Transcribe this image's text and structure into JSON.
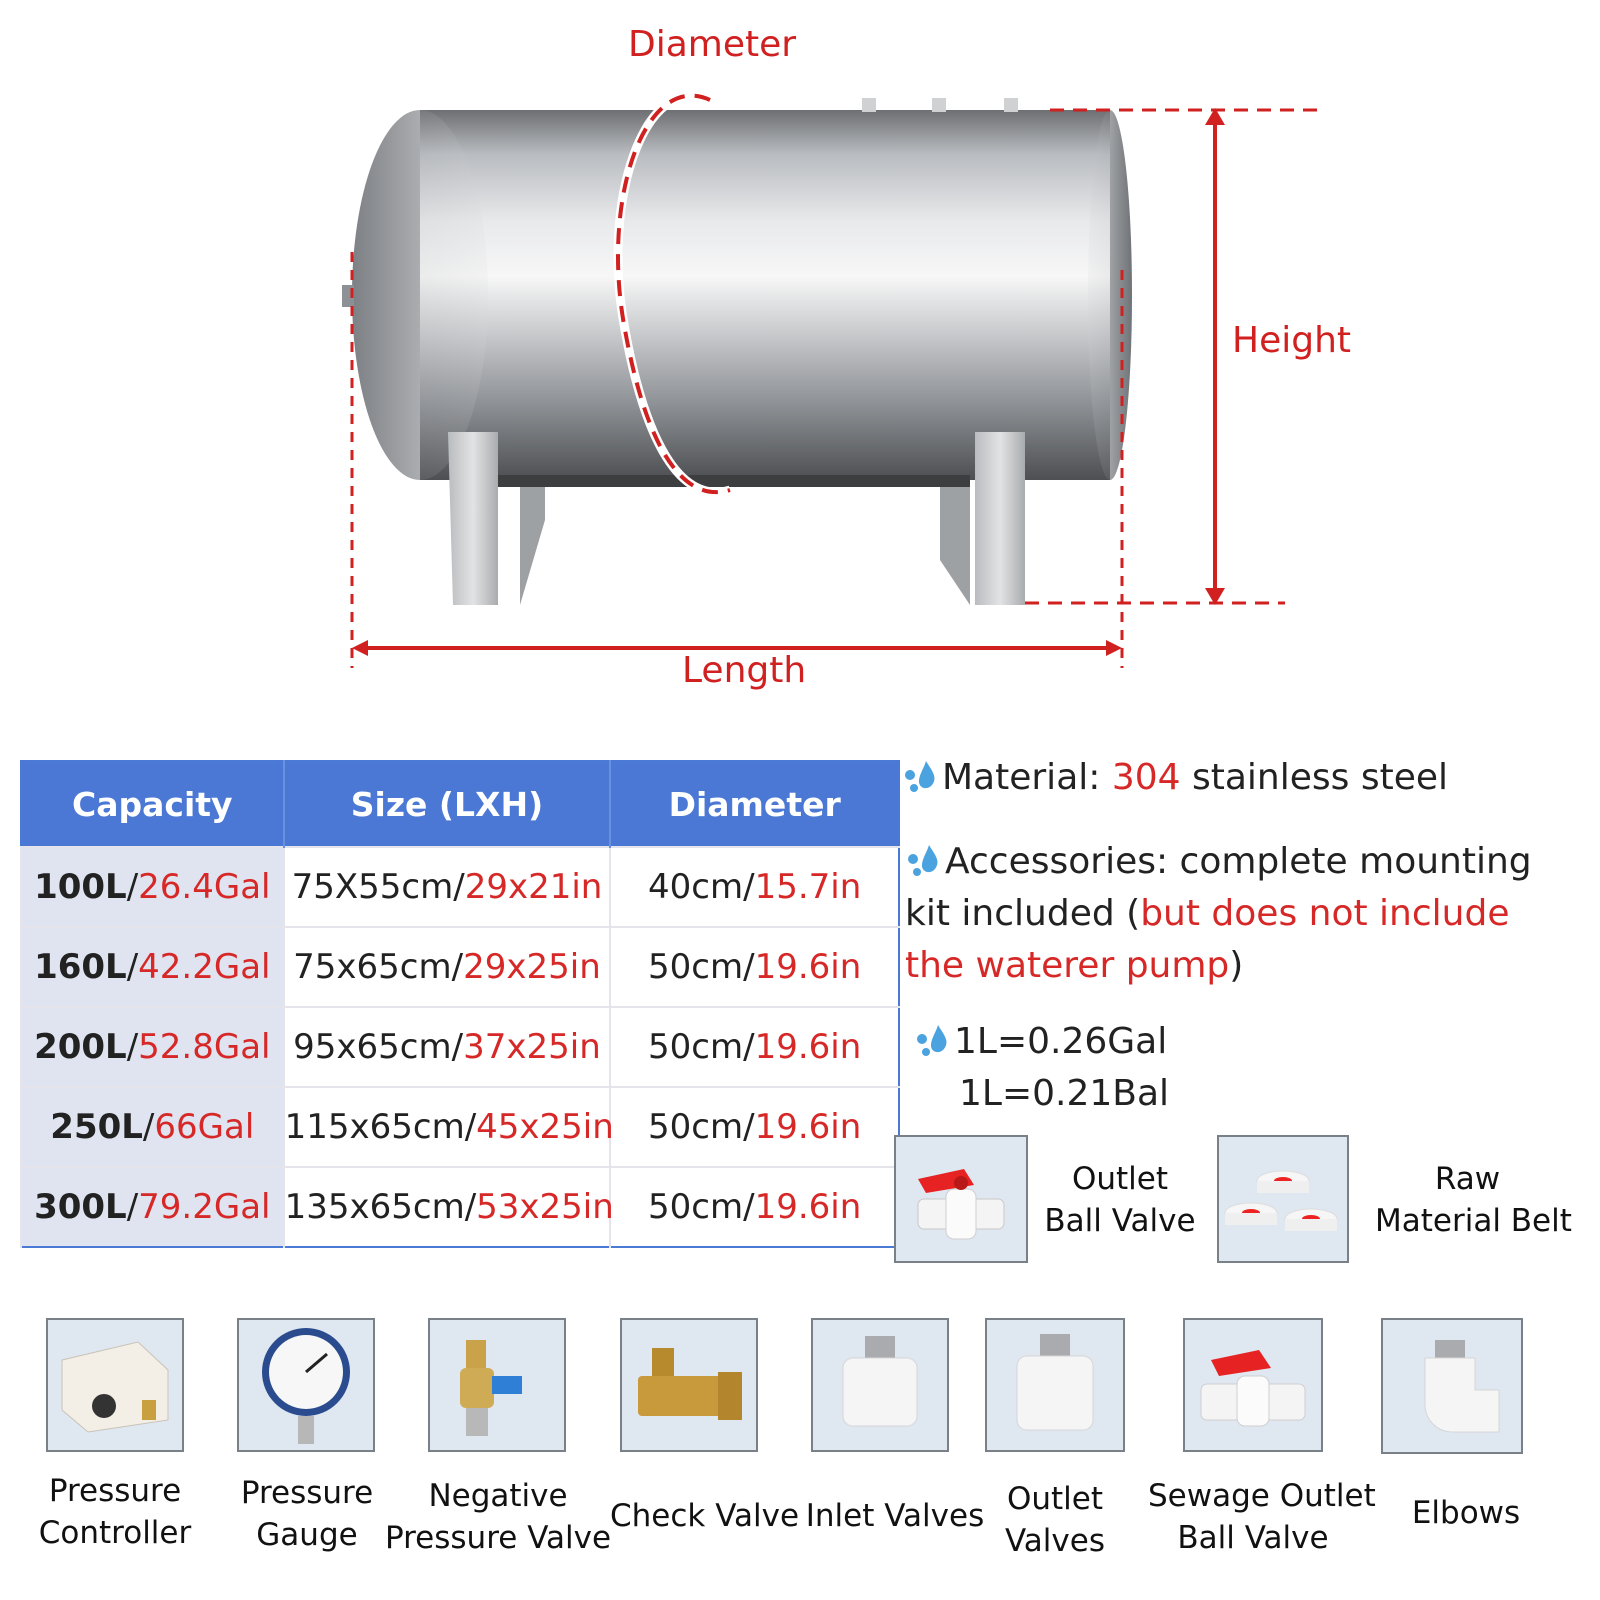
{
  "diagram": {
    "label_diameter": "Diameter",
    "label_height": "Height",
    "label_length": "Length"
  },
  "table": {
    "headers": [
      "Capacity",
      "Size (LXH)",
      "Diameter"
    ],
    "rows": [
      {
        "cap_l": "100L",
        "cap_gal": "26.4Gal",
        "size_cm": "75X55cm",
        "size_in": "29x21in",
        "dia_cm": "40cm",
        "dia_in": "15.7in"
      },
      {
        "cap_l": "160L",
        "cap_gal": "42.2Gal",
        "size_cm": "75x65cm",
        "size_in": "29x25in",
        "dia_cm": "50cm",
        "dia_in": "19.6in"
      },
      {
        "cap_l": "200L",
        "cap_gal": "52.8Gal",
        "size_cm": "95x65cm",
        "size_in": "37x25in",
        "dia_cm": "50cm",
        "dia_in": "19.6in"
      },
      {
        "cap_l": "250L",
        "cap_gal": "66Gal",
        "size_cm": "115x65cm",
        "size_in": "45x25in",
        "dia_cm": "50cm",
        "dia_in": "19.6in"
      },
      {
        "cap_l": "300L",
        "cap_gal": "79.2Gal",
        "size_cm": "135x65cm",
        "size_in": "53x25in",
        "dia_cm": "50cm",
        "dia_in": "19.6in"
      }
    ]
  },
  "notes": {
    "material_prefix": "Material: ",
    "material_value": "304",
    "material_suffix": " stainless steel",
    "accessories_prefix": "Accessories: complete mounting",
    "accessories_line2": "kit included (",
    "accessories_red1": "but does not include",
    "accessories_red2": "the waterer pump",
    "accessories_close": ")",
    "conversion1": "1L=0.26Gal",
    "conversion2": "1L=0.21Bal"
  },
  "accessories": {
    "outlet_ball_valve": [
      "Outlet",
      "Ball Valve"
    ],
    "raw_material_belt": [
      "Raw",
      "Material Belt"
    ],
    "pressure_controller": [
      "Pressure",
      "Controller"
    ],
    "pressure_gauge": [
      "Pressure",
      "Gauge"
    ],
    "negative_pressure_valve": [
      "Negative",
      "Pressure Valve"
    ],
    "check_valve": [
      "Check Valve"
    ],
    "inlet_valves": [
      "Inlet Valves"
    ],
    "outlet_valves": [
      "Outlet",
      "Valves"
    ],
    "sewage_outlet_ball_valve": [
      "Sewage Outlet",
      "Ball Valve"
    ],
    "elbows": [
      "Elbows"
    ]
  },
  "colors": {
    "accent_red": "#d72828",
    "header_blue": "#4a78d4",
    "capacity_cell_bg": "#e0e4f0"
  }
}
